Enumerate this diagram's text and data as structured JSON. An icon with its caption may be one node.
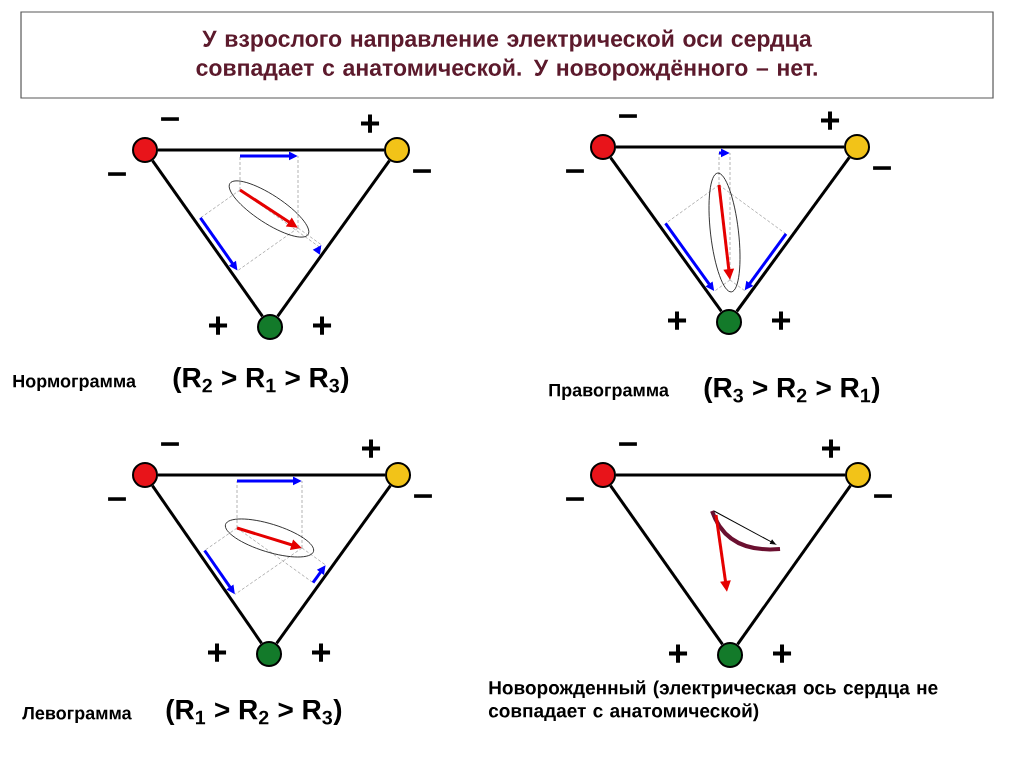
{
  "diagram": {
    "title": "У взрослого направление электрической оси сердца совпадает с анатомической. У новорождённого – нет.",
    "nodes": [
      {
        "text": [],
        "shape": "circle"
      },
      {
        "text": [],
        "shape": "circle"
      },
      {
        "text": [],
        "shape": "circle"
      },
      {
        "text": [],
        "shape": "circle"
      },
      {
        "text": [],
        "shape": "circle"
      },
      {
        "text": [],
        "shape": "circle"
      },
      {
        "text": [],
        "shape": "circle"
      },
      {
        "text": [],
        "shape": "circle"
      },
      {
        "text": [],
        "shape": "circle"
      },
      {
        "text": [],
        "shape": "circle"
      },
      {
        "text": [],
        "shape": "circle"
      },
      {
        "text": [],
        "shape": "circle"
      }
    ],
    "edges": [
      {
        "from": 0,
        "to": 1,
        "arrow": "none"
      },
      {
        "from": 0,
        "to": 2,
        "arrow": "none"
      },
      {
        "from": 1,
        "to": 2,
        "arrow": "none"
      },
      {
        "from": 3,
        "to": 4,
        "arrow": "none"
      },
      {
        "from": 3,
        "to": 5,
        "arrow": "none"
      },
      {
        "from": 4,
        "to": 5,
        "arrow": "none"
      },
      {
        "from": 6,
        "to": 7,
        "arrow": "none"
      },
      {
        "from": 6,
        "to": 8,
        "arrow": "none"
      },
      {
        "from": 7,
        "to": 8,
        "arrow": "none"
      },
      {
        "from": 9,
        "to": 10,
        "arrow": "none"
      },
      {
        "from": 9,
        "to": 11,
        "arrow": "none"
      },
      {
        "from": 10,
        "to": 11,
        "arrow": "none"
      }
    ],
    "labels": [
      "–",
      "+",
      "–",
      "–",
      "+",
      "+",
      "Нормограмма",
      "(R$_{2}$ > R$_{1}$ > R$_{3}$)",
      "–",
      "+",
      "–",
      "–",
      "+",
      "+",
      "Правограмма",
      "(R$_{3}$ > R$_{2}$ > R$_{1}$)",
      "–",
      "+",
      "–",
      "–",
      "+",
      "+",
      "Левограмма",
      "(R$_{1}$ > R$_{2}$ > R$_{3}$)",
      "–",
      "+",
      "–",
      "–",
      "+",
      "+",
      "Новорожденный (электрическая ось сердца не совпадает с анатомической)"
    ]
  }
}
